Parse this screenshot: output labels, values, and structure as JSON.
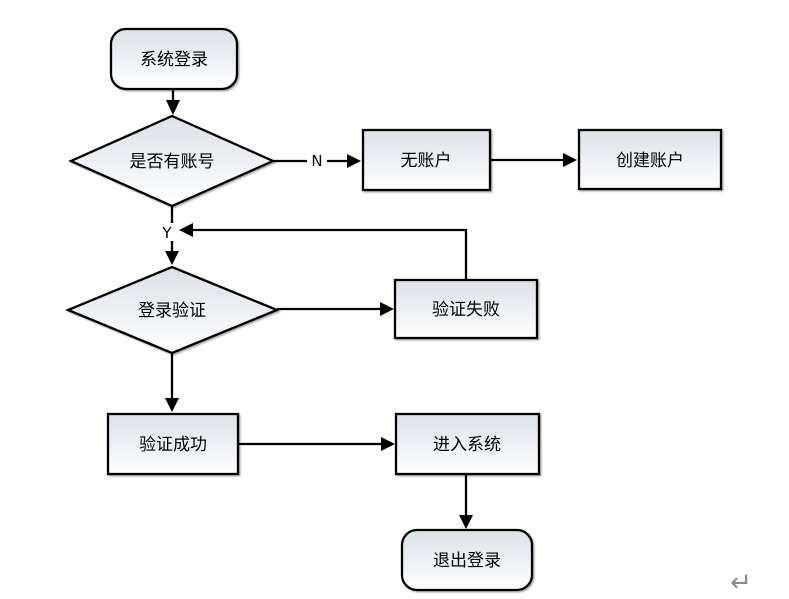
{
  "diagram": {
    "nodes": [
      {
        "id": "start",
        "type": "terminator",
        "label": "系统登录"
      },
      {
        "id": "has-account",
        "type": "decision",
        "label": "是否有账号"
      },
      {
        "id": "no-account",
        "type": "process",
        "label": "无账户"
      },
      {
        "id": "create-account",
        "type": "process",
        "label": "创建账户"
      },
      {
        "id": "login-verify",
        "type": "decision",
        "label": "登录验证"
      },
      {
        "id": "verify-fail",
        "type": "process",
        "label": "验证失败"
      },
      {
        "id": "verify-success",
        "type": "process",
        "label": "验证成功"
      },
      {
        "id": "enter-system",
        "type": "process",
        "label": "进入系统"
      },
      {
        "id": "logout",
        "type": "terminator",
        "label": "退出登录"
      }
    ],
    "edge_labels": {
      "n": "N",
      "y": "Y"
    },
    "edges": [
      {
        "from": "系统登录",
        "to": "是否有账号"
      },
      {
        "from": "是否有账号",
        "to": "无账户",
        "label": "N"
      },
      {
        "from": "无账户",
        "to": "创建账户"
      },
      {
        "from": "是否有账号",
        "to": "登录验证",
        "label": "Y"
      },
      {
        "from": "登录验证",
        "to": "验证失败"
      },
      {
        "from": "验证失败",
        "to": "登录验证",
        "note": "loop back above decision"
      },
      {
        "from": "登录验证",
        "to": "验证成功"
      },
      {
        "from": "验证成功",
        "to": "进入系统"
      },
      {
        "from": "进入系统",
        "to": "退出登录"
      }
    ],
    "return_mark": "↵",
    "colors": {
      "shape_fill_top": "#dce1e8",
      "shape_fill_mid": "#eef1f5",
      "shape_fill_bottom": "#ffffff",
      "stroke": "#000000",
      "text": "#000000",
      "return_mark": "#8a8a8a",
      "background": "#ffffff"
    }
  }
}
